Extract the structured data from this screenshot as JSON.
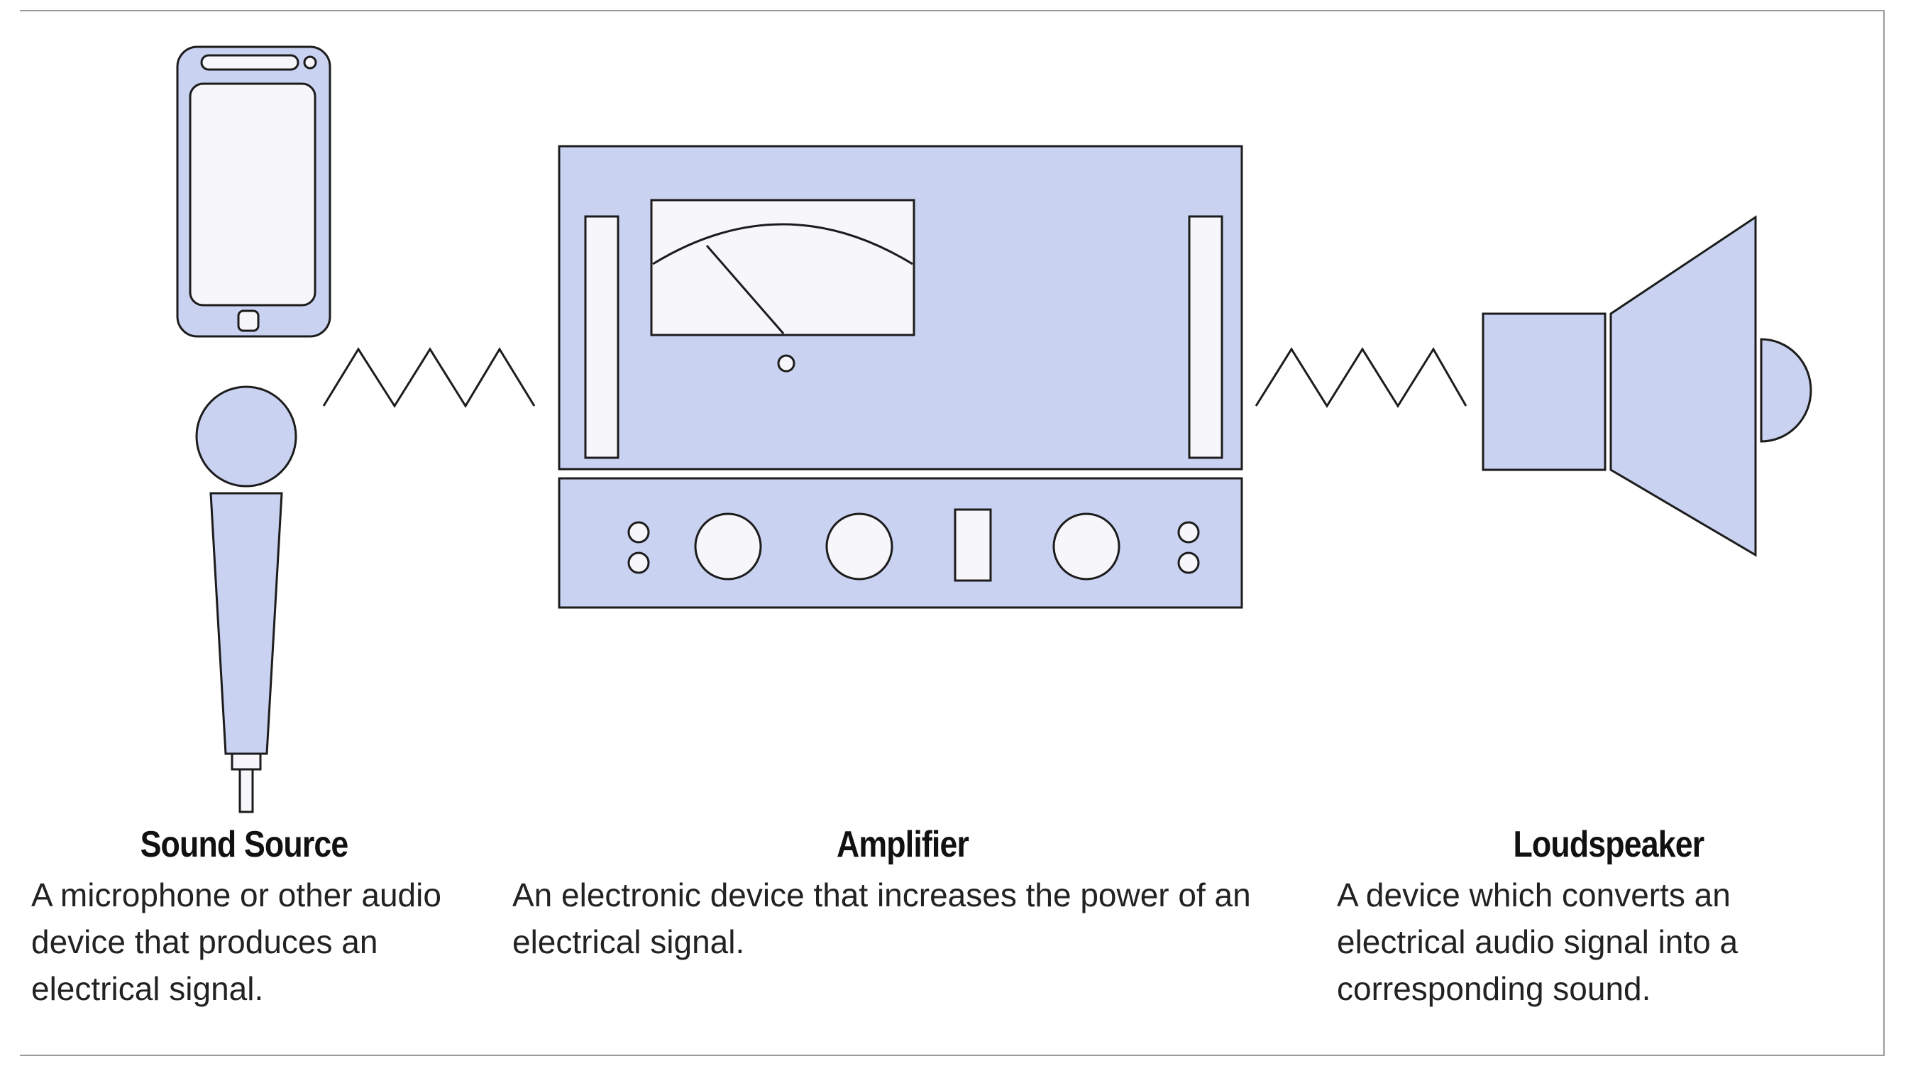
{
  "components": [
    {
      "id": "sound_source",
      "title": "Sound Source",
      "description": "A microphone or other audio device that produces an electrical signal."
    },
    {
      "id": "amplifier",
      "title": "Amplifier",
      "description": "An electronic device that increases the power of an electrical signal."
    },
    {
      "id": "loudspeaker",
      "title": "Loudspeaker",
      "description": "A device which converts an electrical audio signal into a corresponding sound."
    }
  ],
  "icons": {
    "phone": "smartphone-icon",
    "microphone": "microphone-icon",
    "amplifier": "amplifier-icon",
    "speaker": "loudspeaker-icon",
    "signal": "signal-wave-icon"
  },
  "colors": {
    "device_fill": "#c9d2f0",
    "outline": "#1c1c1c",
    "background": "#ffffff"
  }
}
